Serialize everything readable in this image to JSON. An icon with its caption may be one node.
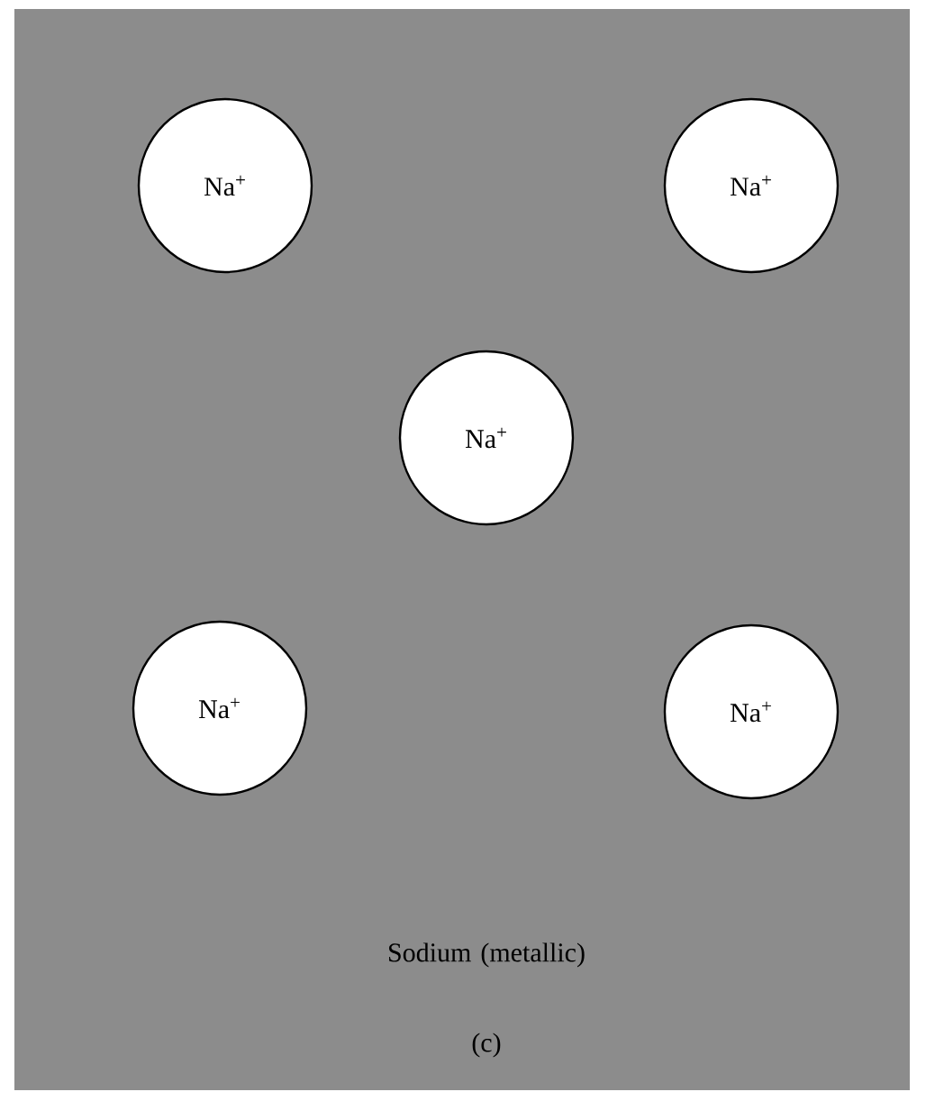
{
  "diagram": {
    "nodes": [
      {
        "text": [
          "Na$^{+}$"
        ]
      },
      {
        "text": [
          "Na$^{+}$"
        ]
      },
      {
        "text": [
          "Na$^{+}$"
        ]
      },
      {
        "text": [
          "Na$^{+}$"
        ]
      },
      {
        "text": [
          "Na$^{+}$"
        ]
      }
    ],
    "labels": [
      "Sodium (metallic)",
      "(c)"
    ]
  }
}
